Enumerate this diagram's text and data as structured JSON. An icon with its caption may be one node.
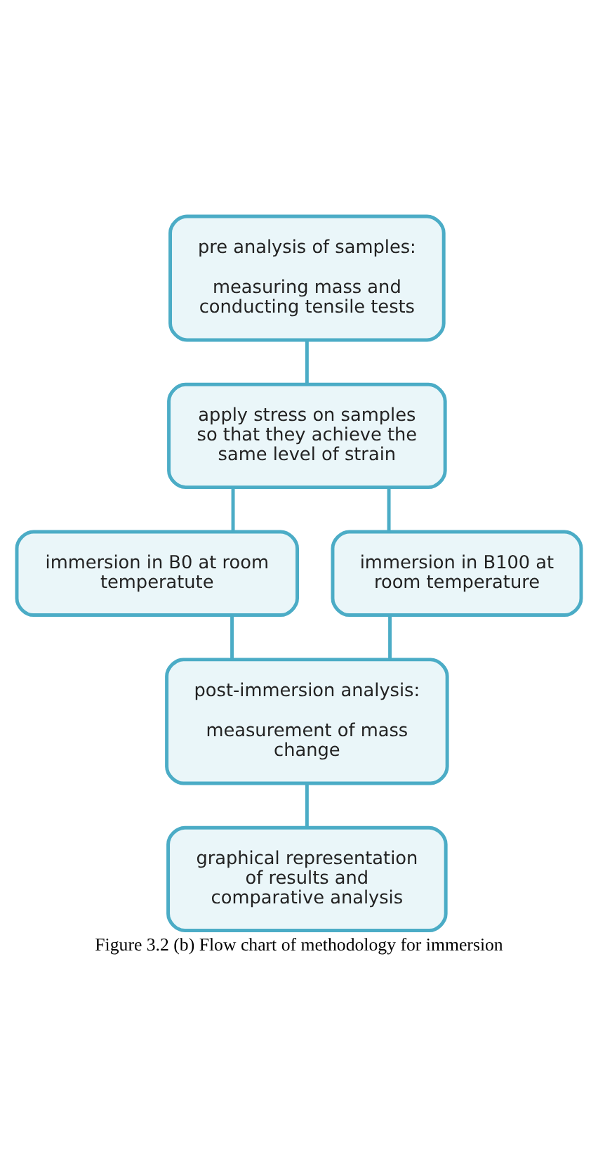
{
  "diagram": {
    "caption": "Figure 3.2 (b) Flow chart of methodology for immersion",
    "nodes": [
      {
        "text": [
          "pre analysis of samples:",
          "measuring mass and conducting tensile tests"
        ]
      },
      {
        "text": [
          "apply stress on samples so that they achieve the same level of strain"
        ]
      },
      {
        "text": [
          "immersion in B0 at room temperatute"
        ]
      },
      {
        "text": [
          "immersion in B100 at room temperature"
        ]
      },
      {
        "text": [
          "post-immersion analysis:",
          "measurement of mass change"
        ]
      },
      {
        "text": [
          "graphical representation of results and comparative analysis"
        ]
      }
    ],
    "edges": [
      {
        "from": 0,
        "to": 1,
        "arrow": "none"
      },
      {
        "from": 1,
        "to": 2,
        "arrow": "none"
      },
      {
        "from": 1,
        "to": 3,
        "arrow": "none"
      },
      {
        "from": 2,
        "to": 4,
        "arrow": "none"
      },
      {
        "from": 3,
        "to": 4,
        "arrow": "none"
      },
      {
        "from": 4,
        "to": 5,
        "arrow": "none"
      }
    ]
  }
}
